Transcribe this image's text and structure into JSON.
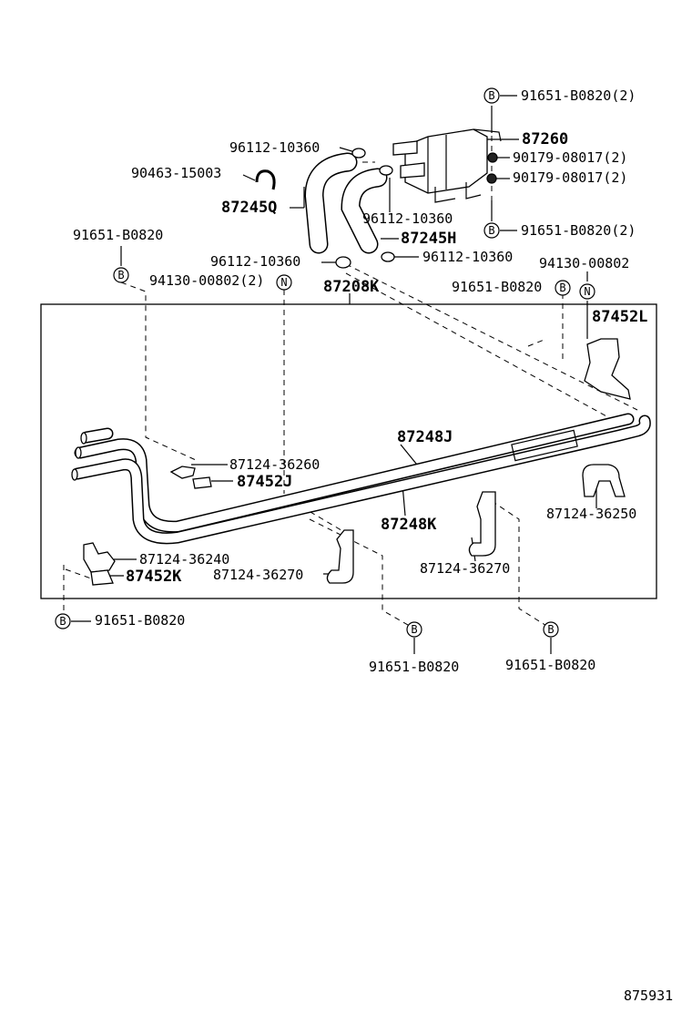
{
  "diagram": {
    "labels": {
      "b_top_1": "91651-B0820(2)",
      "p_87260": "87260",
      "p_96112_a": "96112-10360",
      "p_90179_a": "90179-08017(2)",
      "p_90463": "90463-15003",
      "p_90179_b": "90179-08017(2)",
      "p_87245Q": "87245Q",
      "p_96112_b": "96112-10360",
      "b_top_2": "91651-B0820(2)",
      "p_87245H": "87245H",
      "b_left_top": "91651-B0820",
      "p_96112_c": "96112-10360",
      "p_96112_d": "96112-10360",
      "p_94130_right": "94130-00802",
      "p_94130_left": "94130-00802(2)",
      "p_87208K": "87208K",
      "b_mid_right": "91651-B0820",
      "p_87452L": "87452L",
      "p_87248J": "87248J",
      "p_87124_36260": "87124-36260",
      "p_87452J": "87452J",
      "p_87248K": "87248K",
      "p_87124_36250": "87124-36250",
      "p_87124_36240": "87124-36240",
      "p_87124_36270_a": "87124-36270",
      "p_87124_36270_b": "87124-36270",
      "p_87452K": "87452K",
      "b_bottom_left": "91651-B0820",
      "b_bottom_mid": "91651-B0820",
      "b_bottom_right": "91651-B0820",
      "figure_number": "875931"
    },
    "symbols": {
      "bolt": "B",
      "nut": "N"
    }
  }
}
